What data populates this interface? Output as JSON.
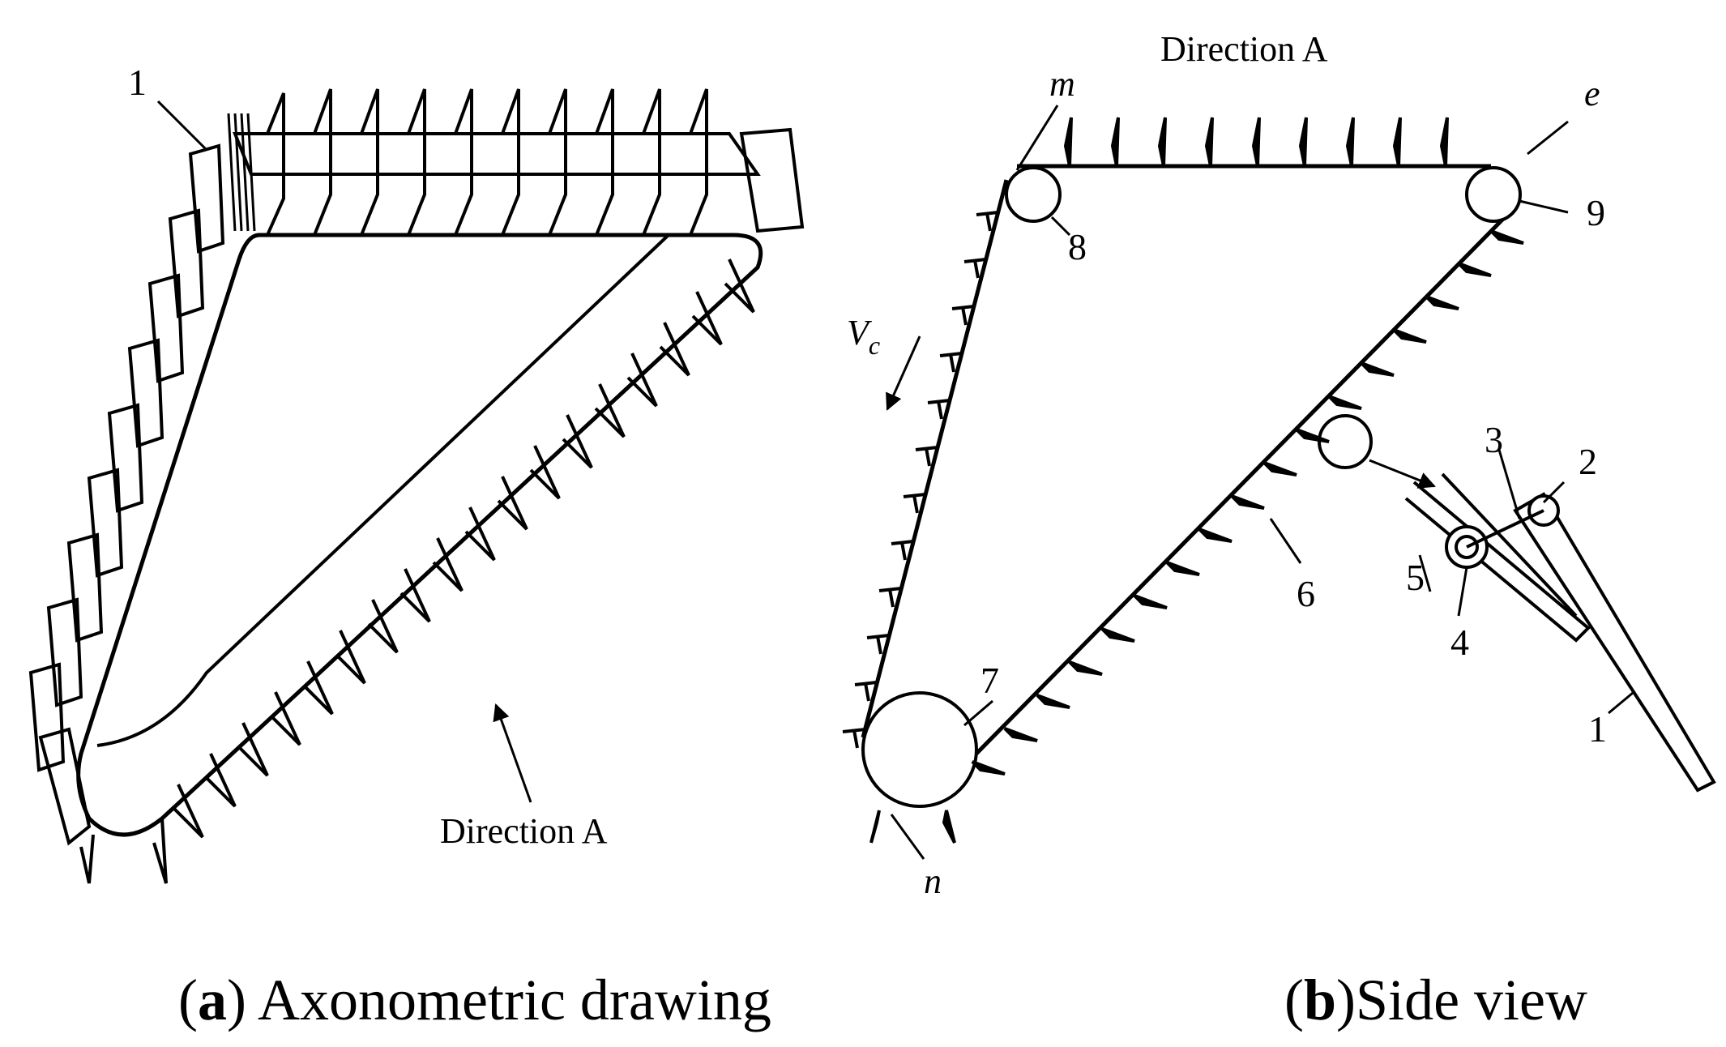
{
  "panel_a": {
    "label_1": "1",
    "direction_label": "Direction A",
    "caption_letter": "a",
    "caption_text": "Axonometric drawing"
  },
  "panel_b": {
    "direction_label": "Direction A",
    "label_m": "m",
    "label_e": "e",
    "label_n": "n",
    "label_vc_main": "V",
    "label_vc_sub": "c",
    "part_labels": {
      "p1": "1",
      "p2": "2",
      "p3": "3",
      "p4": "4",
      "p5": "5",
      "p6": "6",
      "p7": "7",
      "p8": "8",
      "p9": "9"
    },
    "caption_letter": "b",
    "caption_text": "Side view"
  }
}
